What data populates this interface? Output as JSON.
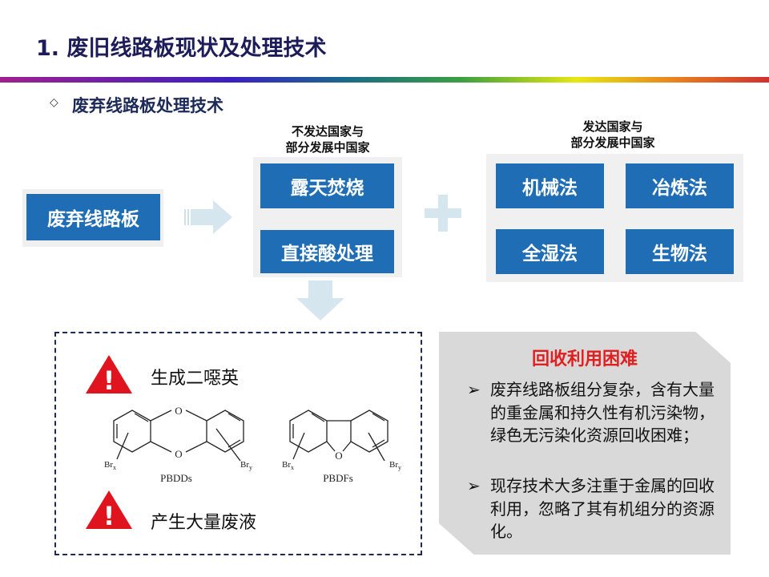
{
  "title": "1. 废旧线路板现状及处理技术",
  "subtitle": {
    "bullet": "◇",
    "text": "废弃线路板处理技术"
  },
  "source_box": "废弃线路板",
  "developing": {
    "label_line1": "不发达国家与",
    "label_line2": "部分发展中国家",
    "methods": [
      "露天焚烧",
      "直接酸处理"
    ]
  },
  "developed": {
    "label_line1": "发达国家与",
    "label_line2": "部分发展中国家",
    "methods": [
      "机械法",
      "冶炼法",
      "全湿法",
      "生物法"
    ]
  },
  "hazards": {
    "items": [
      "生成二噁英",
      "产生大量废液"
    ],
    "warning_symbol": "!",
    "molecules": [
      {
        "name": "PBDDs",
        "sub_left": "Br",
        "sub_left_idx": "x",
        "sub_right": "Br",
        "sub_right_idx": "y"
      },
      {
        "name": "PBDFs",
        "sub_left": "Br",
        "sub_left_idx": "x",
        "sub_right": "Br",
        "sub_right_idx": "y"
      }
    ],
    "oxygen": "O"
  },
  "difficulty": {
    "title": "回收利用困难",
    "marker": "➢",
    "points": [
      "废弃线路板组分复杂，含有大量的重金属和持久性有机污染物，绿色无污染化资源回收困难；",
      "现存技术大多注重于金属的回收利用，忽略了其有机组分的资源化。"
    ]
  },
  "colors": {
    "blue": "#1f6db5",
    "title": "#1c1c5a",
    "red": "#e02020"
  }
}
